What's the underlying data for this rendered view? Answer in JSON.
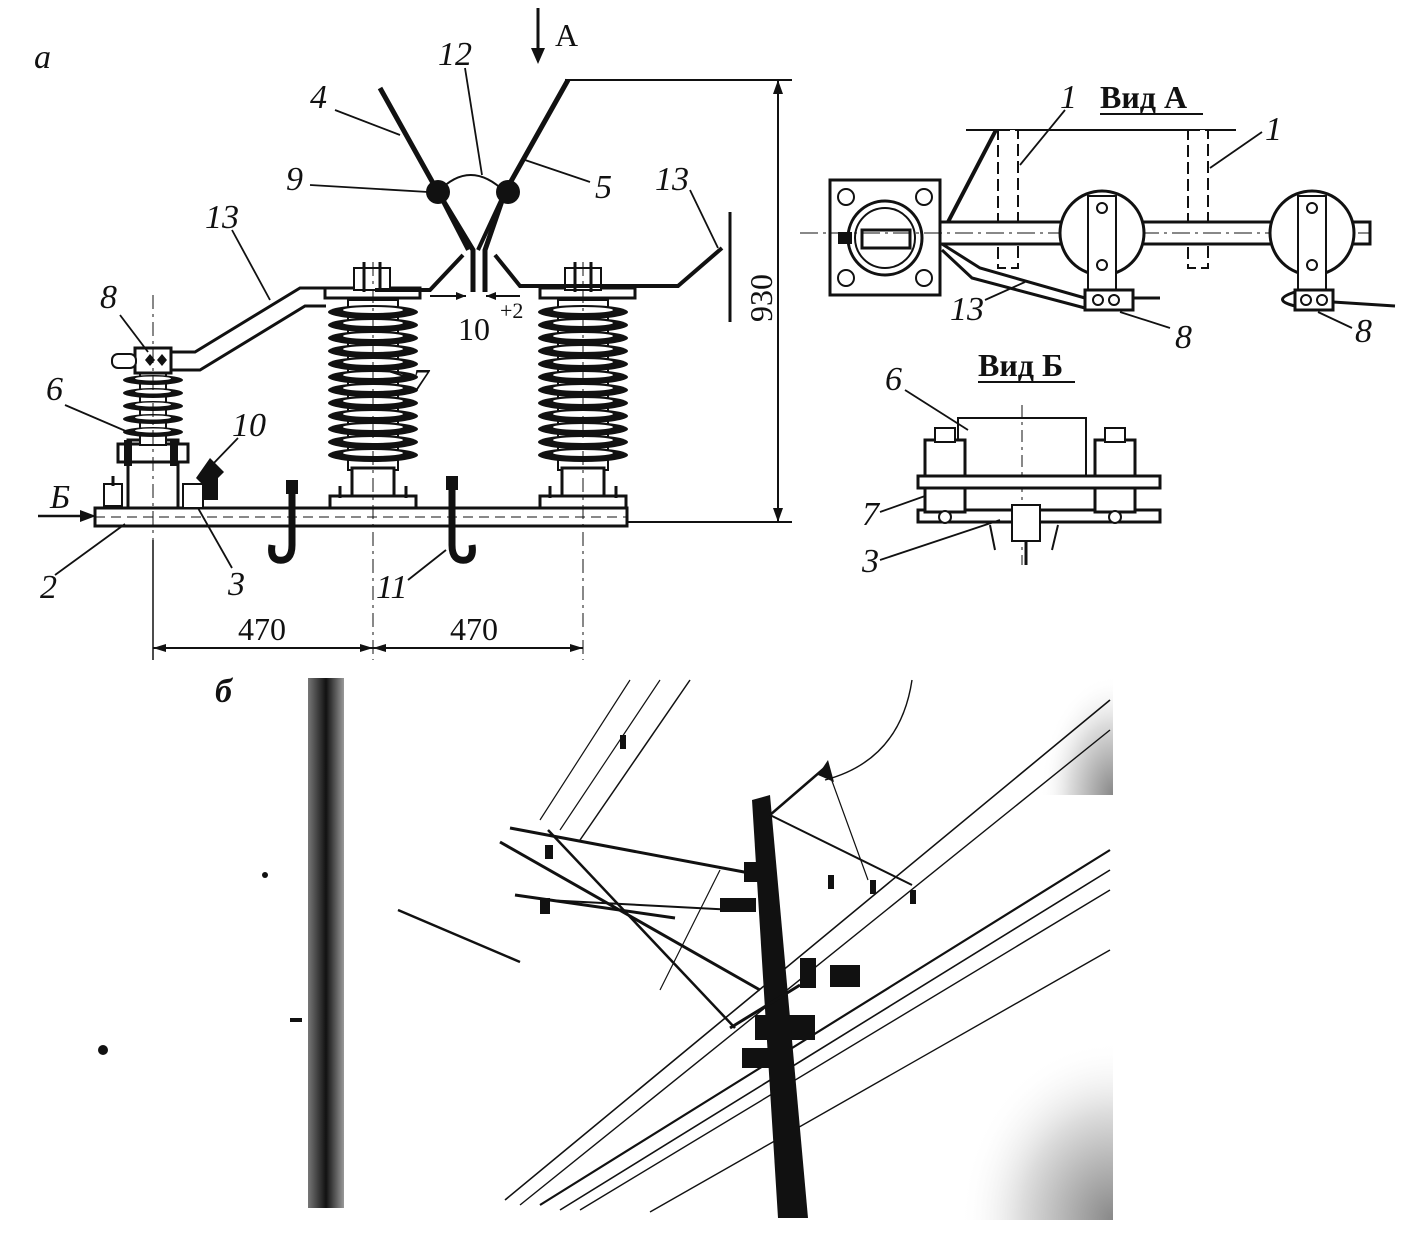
{
  "panel_a": {
    "panel_letter": "а",
    "view_arrow_a": "А",
    "view_arrow_b": "Б",
    "callouts": [
      "12",
      "4",
      "9",
      "5",
      "13",
      "13",
      "8",
      "7",
      "6",
      "10",
      "2",
      "3",
      "11"
    ],
    "dims": {
      "gap": "10",
      "gap_tol": "+2",
      "height": "930",
      "span_left": "470",
      "span_right": "470"
    }
  },
  "view_a": {
    "title": "Вид А",
    "callouts": [
      "1",
      "1",
      "13",
      "8",
      "8"
    ]
  },
  "view_b": {
    "title": "Вид Б",
    "callouts": [
      "6",
      "7",
      "3"
    ]
  },
  "panel_b": {
    "panel_letter": "б"
  },
  "colors": {
    "ink": "#111111",
    "paper": "#ffffff"
  }
}
